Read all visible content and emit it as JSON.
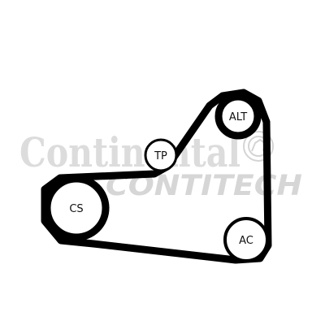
{
  "watermark": {
    "brand": "Continental",
    "sub": "CONTITECH",
    "logo_icon": "continental-horse-emblem-icon"
  },
  "pulleys": {
    "cs": "CS",
    "tp": "TP",
    "alt": "ALT",
    "ac": "AC"
  },
  "colors": {
    "belt": "#000000",
    "watermark": "#dcdcdc",
    "pulley_fill": "#ffffff"
  }
}
